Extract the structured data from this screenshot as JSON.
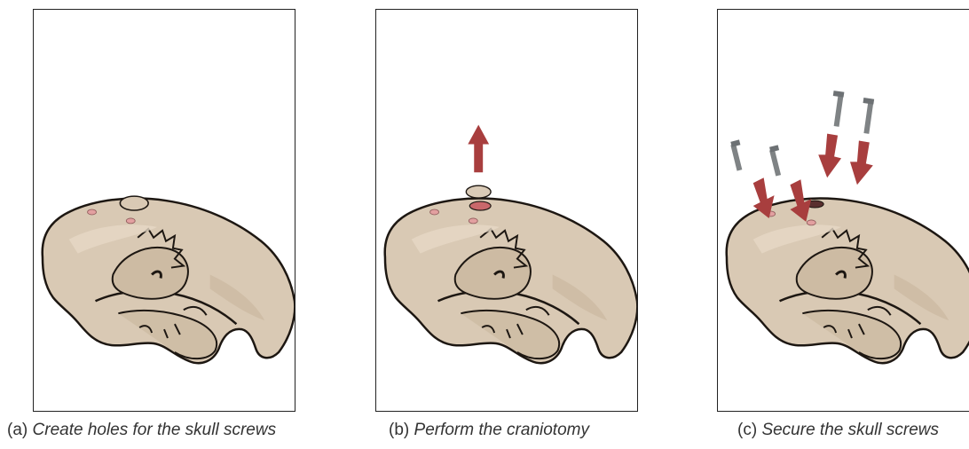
{
  "colors": {
    "bone": "#d9c9b4",
    "bone_dark": "#c6b49c",
    "outline": "#1d1712",
    "arrow": "#a83e3e",
    "screw": "#7f8385",
    "hole": "#e2a0a0"
  },
  "panels": [
    {
      "id": "a",
      "letter": "(a)",
      "caption": "Create holes for the skull screws"
    },
    {
      "id": "b",
      "letter": "(b)",
      "caption": "Perform the craniotomy"
    },
    {
      "id": "c",
      "letter": "(c)",
      "caption": "Secure the skull screws"
    }
  ]
}
